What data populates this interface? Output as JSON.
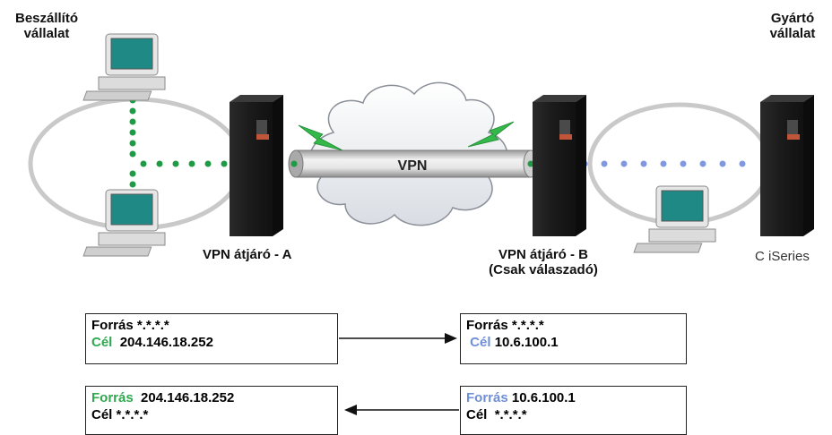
{
  "labels": {
    "supplier": [
      "Beszállító",
      "vállalat"
    ],
    "manufacturer": [
      "Gyártó",
      "vállalat"
    ],
    "vpn": "VPN",
    "gateway_a": "VPN átjáró - A",
    "gateway_b": [
      "VPN átjáró - B",
      "(Csak válaszadó)"
    ],
    "c_iseries": "C iSeries"
  },
  "boxes": {
    "top_left": {
      "source_label": "Forrás",
      "source_value": "*.*.*.*",
      "dest_label": "Cél",
      "dest_value": "204.146.18.252"
    },
    "top_right": {
      "source_label": "Forrás",
      "source_value": "*.*.*.*",
      "dest_label": "Cél",
      "dest_value": "10.6.100.1"
    },
    "bottom_left": {
      "source_label": "Forrás",
      "source_value": "204.146.18.252",
      "dest_label": "Cél",
      "dest_value": "*.*.*.*"
    },
    "bottom_right": {
      "source_label": "Forrás",
      "source_value": "10.6.100.1",
      "dest_label": "Cél",
      "dest_value": "*.*.*.*"
    }
  },
  "colors": {
    "green": "#2fa84f",
    "blue": "#6f8fd6",
    "server": "#1c1c1c",
    "monitor_screen": "#1f8a85"
  }
}
